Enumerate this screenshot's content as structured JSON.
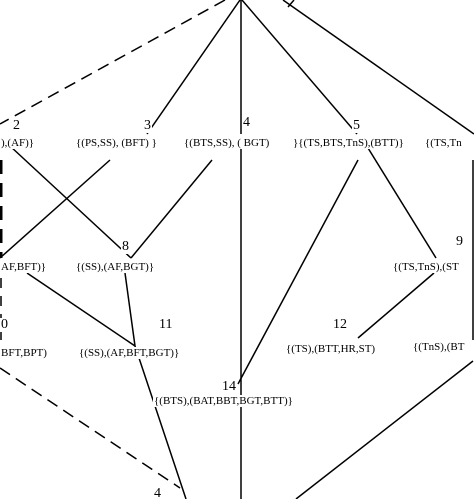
{
  "lattice": {
    "nodes": [
      {
        "id": "n2",
        "number": "2",
        "label": "),(AF)}"
      },
      {
        "id": "n3",
        "number": "3",
        "label": "{(PS,SS), (BFT)  }"
      },
      {
        "id": "n4",
        "number": "4",
        "label": "{(BTS,SS), ( BGT)"
      },
      {
        "id": "n5",
        "number": "5",
        "label": "}{(TS,BTS,TnS),(BTT)}"
      },
      {
        "id": "n5b",
        "number": "",
        "label": "{(TS,Tn"
      },
      {
        "id": "n8",
        "number": "8",
        "label": "{(SS),(AF,BGT)}"
      },
      {
        "id": "n7",
        "number": "",
        "label": "AF,BFT)}"
      },
      {
        "id": "n9",
        "number": "9",
        "label": "{(TS,TnS),(ST"
      },
      {
        "id": "n10",
        "number": "0",
        "label": "BFT,BPT)"
      },
      {
        "id": "n11",
        "number": "11",
        "label": "{(SS),(AF,BFT,BGT)}"
      },
      {
        "id": "n12",
        "number": "12",
        "label": "{(TS),(BTT,HR,ST)"
      },
      {
        "id": "n13",
        "number": "",
        "label": "{(TnS),(BT"
      },
      {
        "id": "n14",
        "number": "14",
        "label": "{(BTS),(BAT,BBT,BGT,BTT)}"
      },
      {
        "id": "n15",
        "number": "",
        "label": "4"
      }
    ]
  }
}
